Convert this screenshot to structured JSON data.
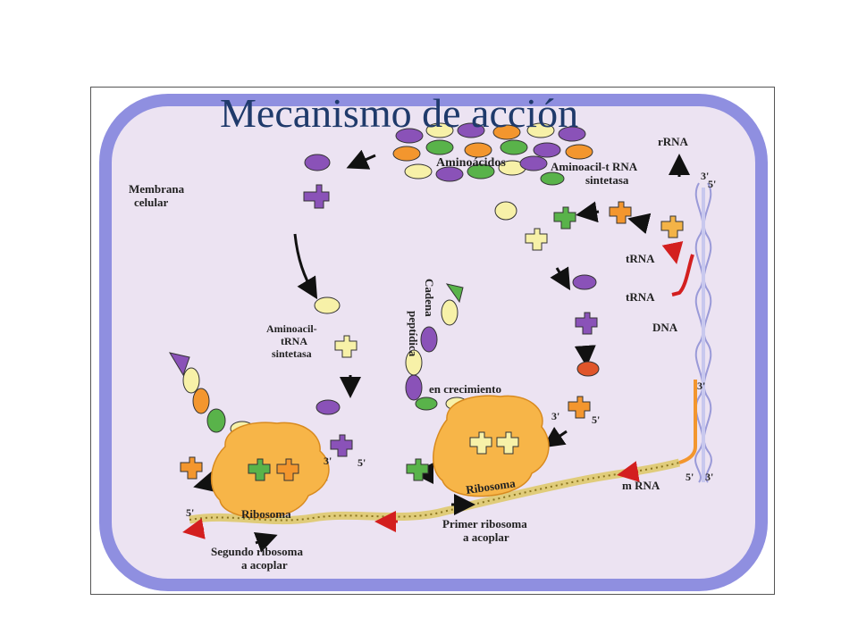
{
  "slide": {
    "title": "Mecanismo de acción"
  },
  "labels": {
    "membrane_line1": "Membrana",
    "membrane_line2": "celular",
    "aminoacids": "Aminoácidos",
    "synthetase_top_line1": "Aminoacil-t RNA",
    "synthetase_top_line2": "sintetasa",
    "rrna": "rRNA",
    "trna_1": "tRNA",
    "trna_2": "tRNA",
    "dna": "DNA",
    "mrna": "m RNA",
    "synthetase_left_line1": "Aminoacil-",
    "synthetase_left_line2": "tRNA",
    "synthetase_left_line3": "sintetasa",
    "peptide_line1": "Cadena",
    "peptide_line2": "peptídica",
    "growing": "en crecimiento",
    "ribosome_left": "Ribosoma",
    "ribosome_right": "Ribosoma",
    "first_ribosome_line1": "Primer ribosoma",
    "first_ribosome_line2": "a acoplar",
    "second_ribosome_line1": "Segundo ribosoma",
    "second_ribosome_line2": "a acoplar",
    "five_prime_a": "5'",
    "three_prime_a": "3'",
    "five_prime_b": "5'",
    "three_prime_b": "3'",
    "five_prime_c": "5'",
    "three_prime_c": "3'",
    "five_prime_d": "5'",
    "three_prime_d": "3'",
    "three_prime_e": "3'",
    "five_prime_e": "5'",
    "five_prime_mrna": "5'"
  },
  "colors": {
    "title": "#1f3a6b",
    "cell_membrane": "#8f8fe0",
    "cytoplasm": "#ece3f2",
    "amino_purple": "#8a52b8",
    "amino_green": "#59b34a",
    "amino_orange": "#f3962e",
    "amino_yellow": "#f7f1a8",
    "ribosome": "#f7b548",
    "arrow_red": "#d31f1f"
  }
}
